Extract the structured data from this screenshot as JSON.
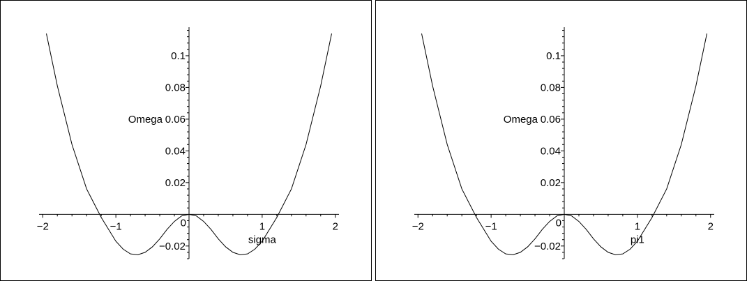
{
  "colors": {
    "curve": "#000000",
    "axis": "#000000",
    "border": "#000000",
    "background": "#ffffff"
  },
  "chart_data": [
    {
      "type": "line",
      "xlabel": "sigma",
      "ylabel": "Omega",
      "xlim": [
        -2.05,
        2.05
      ],
      "ylim": [
        -0.028,
        0.118
      ],
      "x_ticks": [
        -2,
        -1,
        1,
        2
      ],
      "x_tick_labels": [
        "−2",
        "−1",
        "1",
        "2"
      ],
      "y_ticks": [
        -0.02,
        0.02,
        0.04,
        0.06,
        0.08,
        0.1
      ],
      "y_tick_labels": [
        "−0.02",
        "0.02",
        "0.04",
        "0.06",
        "0.08",
        "0.1"
      ],
      "origin_label": "0",
      "grid": false,
      "series": [
        {
          "x": [
            -1.95,
            -1.8,
            -1.6,
            -1.4,
            -1.2,
            -1.0,
            -0.9,
            -0.8,
            -0.7,
            -0.6,
            -0.5,
            -0.4,
            -0.3,
            -0.2,
            -0.1,
            0,
            0.1,
            0.2,
            0.3,
            0.4,
            0.5,
            0.6,
            0.7,
            0.8,
            0.9,
            1.0,
            1.2,
            1.4,
            1.6,
            1.8,
            1.95
          ],
          "y": [
            0.114,
            0.081,
            0.044,
            0.016,
            -0.002,
            -0.017,
            -0.022,
            -0.025,
            -0.0255,
            -0.024,
            -0.0205,
            -0.0155,
            -0.0095,
            -0.0045,
            -0.001,
            0,
            -0.001,
            -0.0045,
            -0.0095,
            -0.0155,
            -0.0205,
            -0.024,
            -0.0255,
            -0.025,
            -0.022,
            -0.017,
            -0.002,
            0.016,
            0.044,
            0.081,
            0.114
          ]
        }
      ]
    },
    {
      "type": "line",
      "xlabel": "pi1",
      "ylabel": "Omega",
      "xlim": [
        -2.05,
        2.05
      ],
      "ylim": [
        -0.028,
        0.118
      ],
      "x_ticks": [
        -2,
        -1,
        1,
        2
      ],
      "x_tick_labels": [
        "−2",
        "−1",
        "1",
        "2"
      ],
      "y_ticks": [
        -0.02,
        0.02,
        0.04,
        0.06,
        0.08,
        0.1
      ],
      "y_tick_labels": [
        "−0.02",
        "0.02",
        "0.04",
        "0.06",
        "0.08",
        "0.1"
      ],
      "origin_label": "0",
      "grid": false,
      "series": [
        {
          "x": [
            -1.95,
            -1.8,
            -1.6,
            -1.4,
            -1.2,
            -1.0,
            -0.9,
            -0.8,
            -0.7,
            -0.6,
            -0.5,
            -0.4,
            -0.3,
            -0.2,
            -0.1,
            0,
            0.1,
            0.2,
            0.3,
            0.4,
            0.5,
            0.6,
            0.7,
            0.8,
            0.9,
            1.0,
            1.2,
            1.4,
            1.6,
            1.8,
            1.95
          ],
          "y": [
            0.114,
            0.081,
            0.044,
            0.016,
            -0.002,
            -0.017,
            -0.022,
            -0.025,
            -0.0255,
            -0.024,
            -0.0205,
            -0.0155,
            -0.0095,
            -0.0045,
            -0.001,
            0,
            -0.001,
            -0.0045,
            -0.0095,
            -0.0155,
            -0.0205,
            -0.024,
            -0.0255,
            -0.025,
            -0.022,
            -0.017,
            -0.002,
            0.016,
            0.044,
            0.081,
            0.114
          ]
        }
      ]
    }
  ]
}
